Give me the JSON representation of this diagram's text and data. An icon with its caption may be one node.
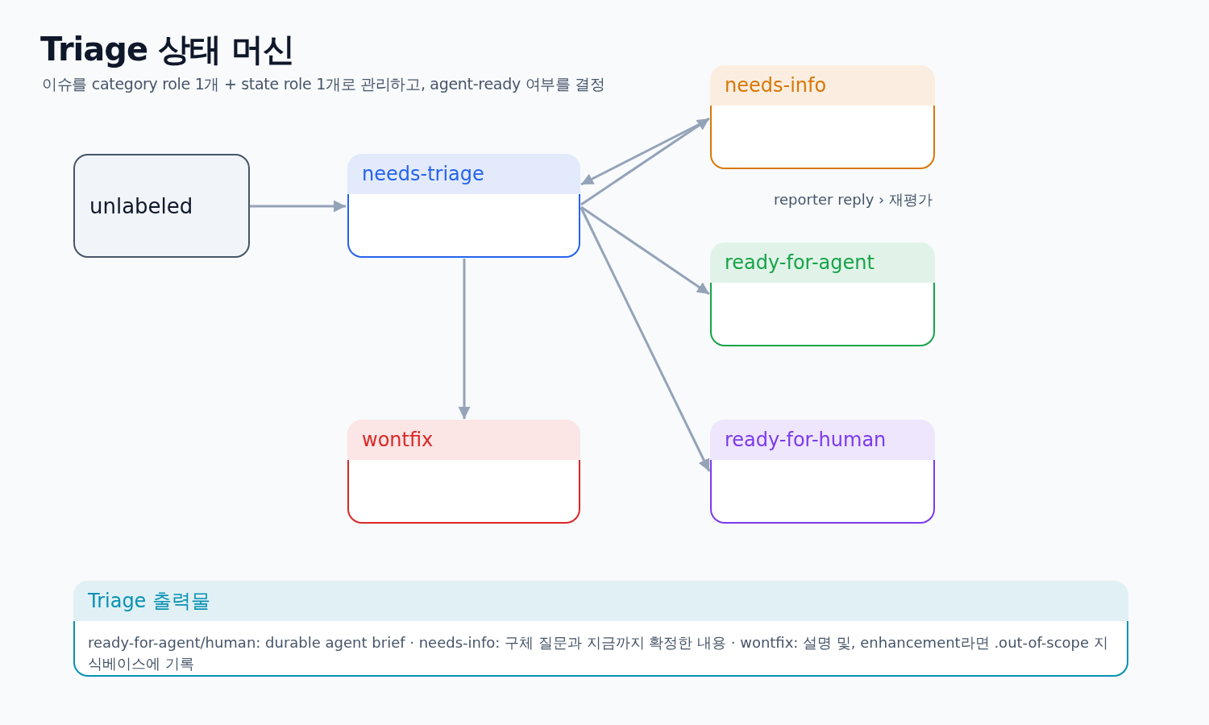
{
  "diagram": {
    "title": "Triage 상태 머신",
    "caption": "이슈를 category role 1개 + state role 1개로 관리하고, agent-ready 여부를 결정",
    "nodes": [
      {
        "text": [
          "unlabeled"
        ]
      },
      {
        "text": [
          "needs-triage"
        ]
      },
      {
        "text": [
          "needs-info"
        ]
      },
      {
        "text": [
          "ready-for-agent"
        ]
      },
      {
        "text": [
          "wontfix"
        ]
      },
      {
        "text": [
          "ready-for-human"
        ]
      },
      {
        "text": [
          "Triage 출력물",
          "ready-for-agent/human: durable agent brief · needs-info: 구체 질문과 지금까지 확정한 내용 · wontfix: 설명 및, enhancement라면 .out-of-scope 지식베이스에 기록"
        ]
      }
    ],
    "edges": [
      {
        "from": 0,
        "to": 1,
        "arrow": "to"
      },
      {
        "from": 1,
        "to": 2,
        "arrow": "to"
      },
      {
        "from": 2,
        "to": 1,
        "arrow": "to"
      },
      {
        "from": 1,
        "to": 3,
        "arrow": "to"
      },
      {
        "from": 1,
        "to": 5,
        "arrow": "to"
      },
      {
        "from": 1,
        "to": 4,
        "arrow": "to"
      }
    ],
    "labels": [
      "reporter reply › 재평가"
    ]
  }
}
